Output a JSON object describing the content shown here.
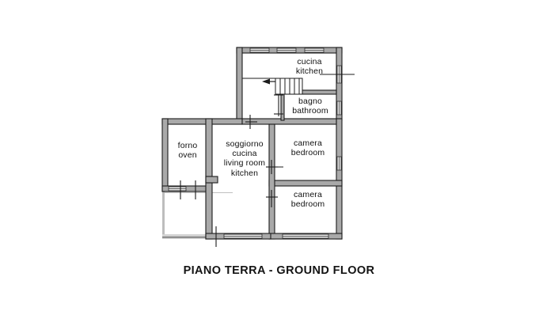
{
  "document": {
    "type": "architectural-floor-plan",
    "caption": "PIANO TERRA - GROUND FLOOR",
    "background_color": "#ffffff",
    "wall_fill_color": "#a9a9a9",
    "wall_outline_color": "#1c1c1c",
    "faded_wall_color": "#cfcfcf",
    "text_color": "#111111"
  },
  "rooms": [
    {
      "id": "kitchen-top",
      "label_it": "cucina",
      "label_en": "kitchen",
      "position": "upper-right wing",
      "contains": [
        "staircase"
      ]
    },
    {
      "id": "bathroom",
      "label_it": "bagno",
      "label_en": "bathroom",
      "position": "right of staircase, below kitchen"
    },
    {
      "id": "oven",
      "label_it": "forno",
      "label_en": "oven",
      "position": "left block, upper"
    },
    {
      "id": "living-kitchen",
      "label_it_1": "soggiorno",
      "label_it_2": "cucina",
      "label_en_1": "living room",
      "label_en_2": "kitchen",
      "position": "center"
    },
    {
      "id": "bedroom-upper",
      "label_it": "camera",
      "label_en": "bedroom",
      "position": "right, upper"
    },
    {
      "id": "bedroom-lower",
      "label_it": "camera",
      "label_en": "bedroom",
      "position": "right, lower"
    }
  ],
  "features": {
    "staircase": {
      "name": "staircase",
      "direction_arrow": "left",
      "tread_count": 6
    },
    "openings": {
      "windows": 8,
      "doors": 7
    }
  }
}
